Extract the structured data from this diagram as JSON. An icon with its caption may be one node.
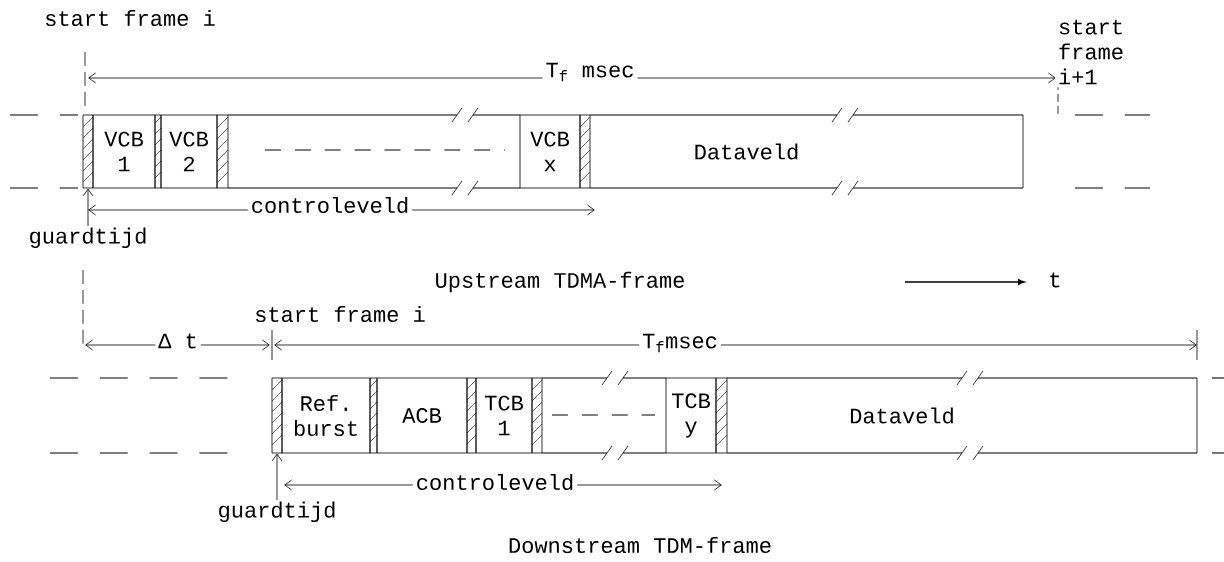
{
  "diagram": {
    "nodes": [
      {
        "text": [],
        "shape": "bar"
      },
      {
        "text": [
          "VCB 1"
        ]
      },
      {
        "text": [],
        "shape": "bar"
      },
      {
        "text": [
          "VCB 2"
        ]
      },
      {
        "text": [],
        "shape": "bar"
      },
      {
        "text": [
          "VCB x"
        ]
      },
      {
        "text": [],
        "shape": "bar"
      },
      {
        "text": [
          "Dataveld"
        ]
      },
      {
        "text": [
          "guardtijd"
        ]
      },
      {
        "text": [],
        "shape": "bar"
      },
      {
        "text": [
          "Ref. burst"
        ]
      },
      {
        "text": [],
        "shape": "bar"
      },
      {
        "text": [
          "ACB"
        ]
      },
      {
        "text": [],
        "shape": "bar"
      },
      {
        "text": [
          "TCB 1"
        ]
      },
      {
        "text": [],
        "shape": "bar"
      },
      {
        "text": [
          "TCB y"
        ]
      },
      {
        "text": [],
        "shape": "bar"
      },
      {
        "text": [
          "Dataveld"
        ]
      },
      {
        "text": [
          "guardtijd"
        ]
      }
    ],
    "edges": [
      {
        "from": 8,
        "to": 0,
        "arrow": "to"
      },
      {
        "from": 19,
        "to": 9,
        "arrow": "to"
      }
    ],
    "labels": [
      "start frame i",
      "T$_{f}$ msec",
      "start frame i+1",
      "controleveld",
      "Upstream TDMA-frame",
      "t",
      "start frame i",
      "Δ t",
      "T$_{f}$msec",
      "controleveld",
      "Downstream TDM-frame"
    ]
  }
}
